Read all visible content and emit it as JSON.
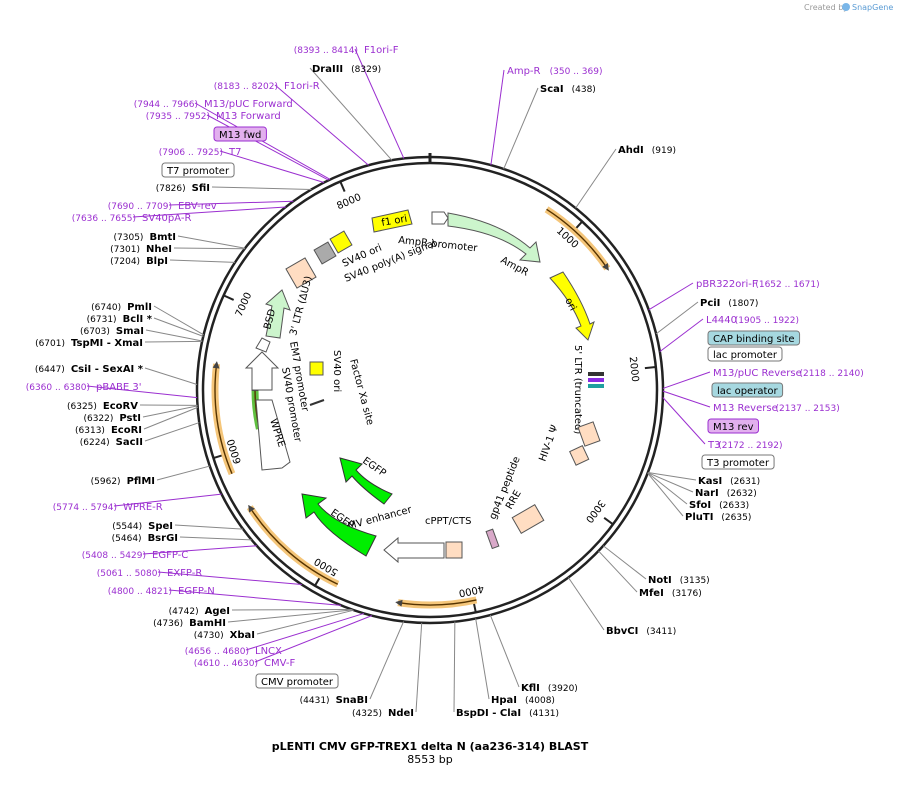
{
  "credit": {
    "label": "Created by",
    "product": "SnapGene",
    "icon": "snapgene-logo-icon"
  },
  "plasmid": {
    "name": "pLENTI CMV GFP-TREX1 delta N (aa236-314) BLAST",
    "length_label": "8553 bp",
    "length": 8553
  },
  "colors": {
    "enzyme": "#000000",
    "primer": "#9b2fd0",
    "ring": "#222222",
    "connector": "#888888"
  },
  "tick_labels": [
    "1000",
    "2000",
    "3000",
    "4000",
    "5000",
    "6000",
    "7000",
    "8000"
  ],
  "enzymes": [
    {
      "name": "DraIII",
      "pos": "8329"
    },
    {
      "name": "ScaI",
      "pos": "438"
    },
    {
      "name": "AhdI",
      "pos": "919"
    },
    {
      "name": "SfiI",
      "pos": "7826"
    },
    {
      "name": "BmtI",
      "pos": "7305"
    },
    {
      "name": "NheI",
      "pos": "7301"
    },
    {
      "name": "BlpI",
      "pos": "7204"
    },
    {
      "name": "PmlI",
      "pos": "6740"
    },
    {
      "name": "BclI *",
      "pos": "6731"
    },
    {
      "name": "SmaI",
      "pos": "6703"
    },
    {
      "name": "TspMI - XmaI",
      "pos": "6701"
    },
    {
      "name": "CsiI - SexAI *",
      "pos": "6447"
    },
    {
      "name": "EcoRV",
      "pos": "6325"
    },
    {
      "name": "PstI",
      "pos": "6322"
    },
    {
      "name": "EcoRI",
      "pos": "6313"
    },
    {
      "name": "SacII",
      "pos": "6224"
    },
    {
      "name": "PflMI",
      "pos": "5962"
    },
    {
      "name": "SpeI",
      "pos": "5544"
    },
    {
      "name": "BsrGI",
      "pos": "5464"
    },
    {
      "name": "AgeI",
      "pos": "4742"
    },
    {
      "name": "BamHI",
      "pos": "4736"
    },
    {
      "name": "XbaI",
      "pos": "4730"
    },
    {
      "name": "SnaBI",
      "pos": "4431"
    },
    {
      "name": "NdeI",
      "pos": "4325"
    },
    {
      "name": "BspDI - ClaI",
      "pos": "4131"
    },
    {
      "name": "HpaI",
      "pos": "4008"
    },
    {
      "name": "KflI",
      "pos": "3920"
    },
    {
      "name": "BbvCI",
      "pos": "3411"
    },
    {
      "name": "MfeI",
      "pos": "3176"
    },
    {
      "name": "NotI",
      "pos": "3135"
    },
    {
      "name": "PluTI",
      "pos": "2635"
    },
    {
      "name": "SfoI",
      "pos": "2633"
    },
    {
      "name": "NarI",
      "pos": "2632"
    },
    {
      "name": "KasI",
      "pos": "2631"
    },
    {
      "name": "PciI",
      "pos": "1807"
    }
  ],
  "primers": [
    {
      "name": "F1ori-F",
      "range": "(8393 .. 8414)"
    },
    {
      "name": "F1ori-R",
      "range": "(8183 .. 8202)"
    },
    {
      "name": "M13/pUC Forward",
      "range": "(7944 .. 7966)"
    },
    {
      "name": "M13 Forward",
      "range": "(7935 .. 7952)"
    },
    {
      "name": "T7",
      "range": "(7906 .. 7925)"
    },
    {
      "name": "EBV-rev",
      "range": "(7690 .. 7709)"
    },
    {
      "name": "SV40pA-R",
      "range": "(7636 .. 7655)"
    },
    {
      "name": "pBABE 3'",
      "range": "(6360 .. 6380)"
    },
    {
      "name": "WPRE-R",
      "range": "(5774 .. 5794)"
    },
    {
      "name": "EGFP-C",
      "range": "(5408 .. 5429)"
    },
    {
      "name": "EXFP-R",
      "range": "(5061 .. 5080)"
    },
    {
      "name": "EGFP-N",
      "range": "(4800 .. 4821)"
    },
    {
      "name": "LNCX",
      "range": "(4656 .. 4680)"
    },
    {
      "name": "CMV-F",
      "range": "(4610 .. 4630)"
    },
    {
      "name": "Amp-R",
      "range": "(350 .. 369)"
    },
    {
      "name": "pBR322ori-F",
      "range": "(1652 .. 1671)"
    },
    {
      "name": "L4440",
      "range": "(1905 .. 1922)"
    },
    {
      "name": "M13/pUC Reverse",
      "range": "(2118 .. 2140)"
    },
    {
      "name": "M13 Reverse",
      "range": "(2137 .. 2153)"
    },
    {
      "name": "T3",
      "range": "(2172 .. 2192)"
    }
  ],
  "boxed_labels": [
    {
      "name": "M13 fwd",
      "style": "primerbox"
    },
    {
      "name": "T7 promoter",
      "style": "plain"
    },
    {
      "name": "CAP binding site",
      "style": "cyan"
    },
    {
      "name": "lac promoter",
      "style": "plain"
    },
    {
      "name": "lac operator",
      "style": "cyan"
    },
    {
      "name": "M13 rev",
      "style": "primerbox"
    },
    {
      "name": "T3 promoter",
      "style": "plain"
    },
    {
      "name": "CMV promoter",
      "style": "plain"
    }
  ],
  "features": [
    {
      "name": "f1 ori",
      "color": "#ffff00"
    },
    {
      "name": "AmpR promoter",
      "color": "#ffffff"
    },
    {
      "name": "AmpR",
      "color": "#ccf5cc"
    },
    {
      "name": "ori",
      "color": "#ffff00"
    },
    {
      "name": "5' LTR (truncated)",
      "color": "#ffffff"
    },
    {
      "name": "HIV-1 Ψ",
      "color": "#ffddc2"
    },
    {
      "name": "RRE",
      "color": "#ffddc2"
    },
    {
      "name": "gp41 peptide",
      "color": "#d9a9c9"
    },
    {
      "name": "cPPT/CTS",
      "color": "#ffddc2"
    },
    {
      "name": "CMV enhancer",
      "color": "#ffffff"
    },
    {
      "name": "EGFP",
      "color": "#00ee00"
    },
    {
      "name": "EGFP",
      "color": "#00ee00"
    },
    {
      "name": "WPRE",
      "color": "#ffffff"
    },
    {
      "name": "SV40 promoter",
      "color": "#ffffff"
    },
    {
      "name": "EM7 promoter",
      "color": "#ffffff"
    },
    {
      "name": "BSD",
      "color": "#ccf5cc"
    },
    {
      "name": "3' LTR (ΔU3)",
      "color": "#ffddc2"
    },
    {
      "name": "SV40 poly(A) signal",
      "color": "#ffff00"
    },
    {
      "name": "SV40 ori",
      "color": "#ffff00"
    },
    {
      "name": "Factor Xa site",
      "color": "#ffffff"
    }
  ]
}
